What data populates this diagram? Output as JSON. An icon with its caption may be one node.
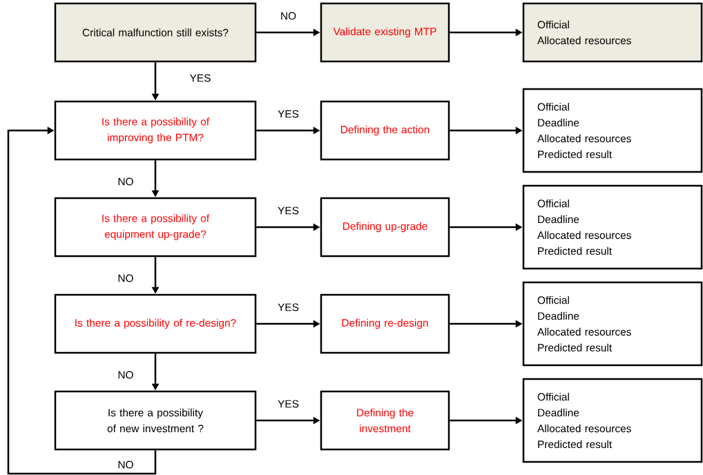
{
  "diagram": {
    "nodes": [
      {
        "text": [
          "Critical malfunction still exists?"
        ]
      },
      {
        "text": [
          "Validate existing MTP"
        ]
      },
      {
        "text": [
          "Official",
          "Allocated resources"
        ]
      },
      {
        "text": [
          "Is there a possibility of improving the PTM?"
        ]
      },
      {
        "text": [
          "Defining the action"
        ]
      },
      {
        "text": [
          "Official",
          "Deadline",
          "Allocated resources",
          "Predicted result"
        ]
      },
      {
        "text": [
          "Is there a possibility of equipment up-grade?"
        ]
      },
      {
        "text": [
          "Defining up-grade"
        ]
      },
      {
        "text": [
          "Official",
          "Deadline",
          "Allocated resources",
          "Predicted result"
        ]
      },
      {
        "text": [
          "Is there a possibility of re-design?"
        ]
      },
      {
        "text": [
          "Defining re-design"
        ]
      },
      {
        "text": [
          "Official",
          "Deadline",
          "Allocated resources",
          "Predicted result"
        ]
      },
      {
        "text": [
          "Is there a possibility of new investment ?"
        ]
      },
      {
        "text": [
          "Defining the investment"
        ]
      },
      {
        "text": [
          "Official",
          "Deadline",
          "Allocated resources",
          "Predicted result"
        ]
      }
    ],
    "edges": [
      {
        "from": 0,
        "to": 1,
        "arrow": "to",
        "label": "NO"
      },
      {
        "from": 1,
        "to": 2,
        "arrow": "to"
      },
      {
        "from": 0,
        "to": 3,
        "arrow": "to",
        "label": "YES"
      },
      {
        "from": 3,
        "to": 4,
        "arrow": "to",
        "label": "YES"
      },
      {
        "from": 4,
        "to": 5,
        "arrow": "to"
      },
      {
        "from": 3,
        "to": 6,
        "arrow": "to",
        "label": "NO"
      },
      {
        "from": 6,
        "to": 7,
        "arrow": "to",
        "label": "YES"
      },
      {
        "from": 7,
        "to": 8,
        "arrow": "to"
      },
      {
        "from": 6,
        "to": 9,
        "arrow": "to",
        "label": "NO"
      },
      {
        "from": 9,
        "to": 10,
        "arrow": "to",
        "label": "YES"
      },
      {
        "from": 10,
        "to": 11,
        "arrow": "to"
      },
      {
        "from": 9,
        "to": 12,
        "arrow": "to",
        "label": "NO"
      },
      {
        "from": 12,
        "to": 13,
        "arrow": "to",
        "label": "YES"
      },
      {
        "from": 13,
        "to": 14,
        "arrow": "to"
      },
      {
        "from": 12,
        "to": 3,
        "arrow": "to",
        "label": "NO"
      }
    ]
  }
}
